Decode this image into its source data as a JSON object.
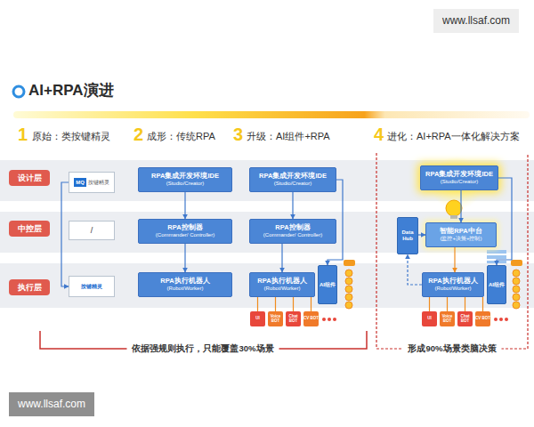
{
  "diagram": {
    "title": "AI+RPA演进",
    "nodes": [
      {
        "text": [
          "设计层"
        ]
      },
      {
        "text": [
          "中控层"
        ]
      },
      {
        "text": [
          "执行层"
        ]
      },
      {
        "text": [
          "MQ",
          "按键精灵"
        ]
      },
      {
        "text": [
          "/"
        ]
      },
      {
        "text": [
          "按键精灵"
        ]
      },
      {
        "text": [
          "RPA集成开发环境IDE",
          "(Studio/Creator)"
        ]
      },
      {
        "text": [
          "RPA控制器",
          "(Commander/ Controller)"
        ]
      },
      {
        "text": [
          "RPA执行机器人",
          "(Robot/Worker)"
        ]
      },
      {
        "text": [
          "RPA集成开发环境IDE",
          "(Studio/Creator)"
        ]
      },
      {
        "text": [
          "RPA控制器",
          "(Commander/ Controller)"
        ]
      },
      {
        "text": [
          "RPA执行机器人",
          "(Robot/Worker)"
        ]
      },
      {
        "text": [
          "AI组件"
        ]
      },
      {
        "text": [
          "UI"
        ]
      },
      {
        "text": [
          "Voice BOT"
        ]
      },
      {
        "text": [
          "Chat BOT"
        ]
      },
      {
        "text": [
          "CV BOT"
        ]
      },
      {
        "text": [
          "RPA集成开发环境IDE",
          "(Studio/Creator)"
        ]
      },
      {
        "text": [
          "Data Hub"
        ]
      },
      {
        "text": [
          "智能RPA中台",
          "(监控+决策+控制)"
        ]
      },
      {
        "text": [
          "RPA执行机器人",
          "(Robot/Worker)"
        ]
      },
      {
        "text": [
          "AI组件"
        ]
      },
      {
        "text": [
          "UI"
        ]
      },
      {
        "text": [
          "Voice BOT"
        ]
      },
      {
        "text": [
          "Chat BOT"
        ]
      },
      {
        "text": [
          "CV BOT"
        ]
      }
    ],
    "edges": [
      {
        "from": 3,
        "to": 5,
        "arrow": "to"
      },
      {
        "from": 6,
        "to": 7,
        "arrow": "to"
      },
      {
        "from": 7,
        "to": 8,
        "arrow": "to"
      },
      {
        "from": 9,
        "to": 10,
        "arrow": "to"
      },
      {
        "from": 10,
        "to": 11,
        "arrow": "to"
      },
      {
        "from": 9,
        "to": 12,
        "arrow": "to"
      },
      {
        "from": 11,
        "to": 13,
        "arrow": "none"
      },
      {
        "from": 11,
        "to": 14,
        "arrow": "none"
      },
      {
        "from": 11,
        "to": 15,
        "arrow": "none"
      },
      {
        "from": 11,
        "to": 16,
        "arrow": "none"
      },
      {
        "from": 17,
        "to": 19,
        "arrow": "to"
      },
      {
        "from": 18,
        "to": 19,
        "arrow": "to"
      },
      {
        "from": 19,
        "to": 20,
        "arrow": "to"
      },
      {
        "from": 20,
        "to": 18,
        "arrow": "to"
      },
      {
        "from": 17,
        "to": 21,
        "arrow": "to"
      },
      {
        "from": 20,
        "to": 22,
        "arrow": "none"
      },
      {
        "from": 20,
        "to": 23,
        "arrow": "none"
      },
      {
        "from": 20,
        "to": 24,
        "arrow": "none"
      },
      {
        "from": 20,
        "to": 25,
        "arrow": "none"
      }
    ],
    "labels": [
      "www.llsaf.com",
      "1",
      "原始：类按键精灵",
      "2",
      "成形：传统RPA",
      "3",
      "升级：AI组件+RPA",
      "4",
      "进化：AI+RPA一体化解决方案",
      "依据强规则执行，只能覆盖30%场景",
      "形成90%场景类脑决策",
      "www.llsaf.com"
    ]
  }
}
